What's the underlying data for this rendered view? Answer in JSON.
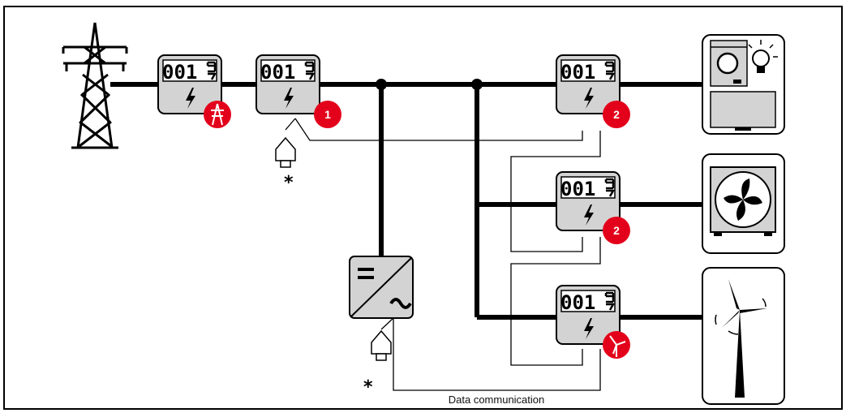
{
  "diagram": {
    "caption": "Data communication",
    "meter_reading": "001",
    "footnote_mark": "*",
    "colors": {
      "badge": "#e3001b",
      "meter_body": "#d3d3d3",
      "line": "#000000"
    },
    "meters": [
      {
        "id": "grid-meter",
        "badge_icon": "pylon-icon"
      },
      {
        "id": "feed-in-meter",
        "badge": "1"
      },
      {
        "id": "consumer-meter-load",
        "badge": "2"
      },
      {
        "id": "consumer-meter-heatpump",
        "badge": "2"
      },
      {
        "id": "generator-meter-wind",
        "badge_icon": "wind-turbine-icon"
      }
    ],
    "devices": [
      "power-pylon-icon",
      "inverter-icon",
      "household-appliances-icon",
      "heat-pump-icon",
      "wind-turbine-icon"
    ]
  }
}
